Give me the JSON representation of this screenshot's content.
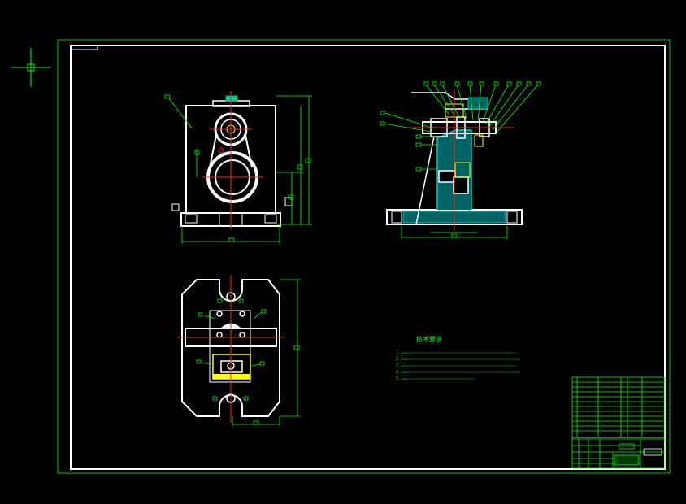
{
  "drawing": {
    "background": "#000000",
    "colors": {
      "frame_outer": "#00c800",
      "frame_inner": "#ffffff",
      "part": "#ffffff",
      "dimension": "#00ff00",
      "centerline": "#ff2020",
      "hatch": "#00c8c8",
      "highlight": "#ffff00",
      "title_block": "#00ff00",
      "crosshair": "#00ff00"
    },
    "tech_notes": {
      "title": "技术要求",
      "lines": [
        "1 ……",
        "2 ……",
        "3 ……",
        "4 ……",
        "5 ……"
      ]
    },
    "icons": [
      "crosshair-cursor-icon"
    ]
  }
}
